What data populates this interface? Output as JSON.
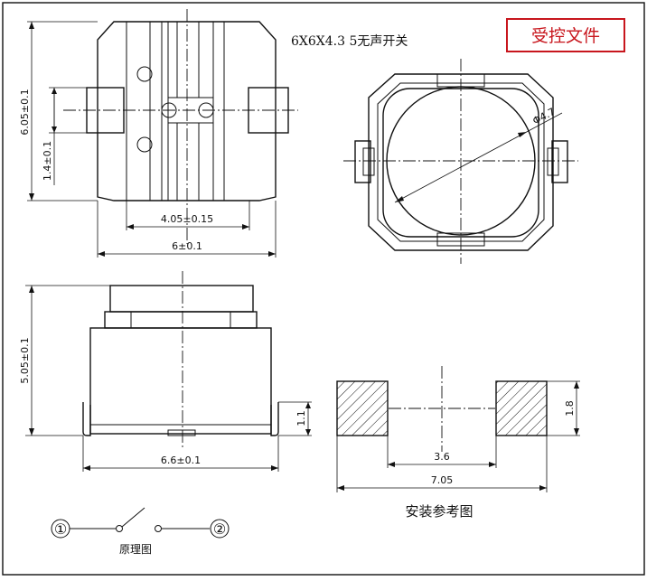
{
  "title": "6X6X4.3  5无声开关",
  "stamp": "受控文件",
  "dimensions": {
    "top_height": "6.05±0.1",
    "top_pad_height": "1.4±0.1",
    "top_inner_width": "4.05±0.15",
    "top_width": "6±0.1",
    "diameter": "Φ4.7",
    "side_height": "5.05±0.1",
    "side_terminal_height": "1.1",
    "side_width": "6.6±0.1",
    "pad_height": "1.8",
    "pad_gap": "3.6",
    "pad_span": "7.05"
  },
  "labels": {
    "layout_caption": "安装参考图",
    "schematic_caption": "原理图",
    "pin1": "①",
    "pin2": "②"
  },
  "colors": {
    "stamp": "#c8161d",
    "line": "#111111"
  }
}
